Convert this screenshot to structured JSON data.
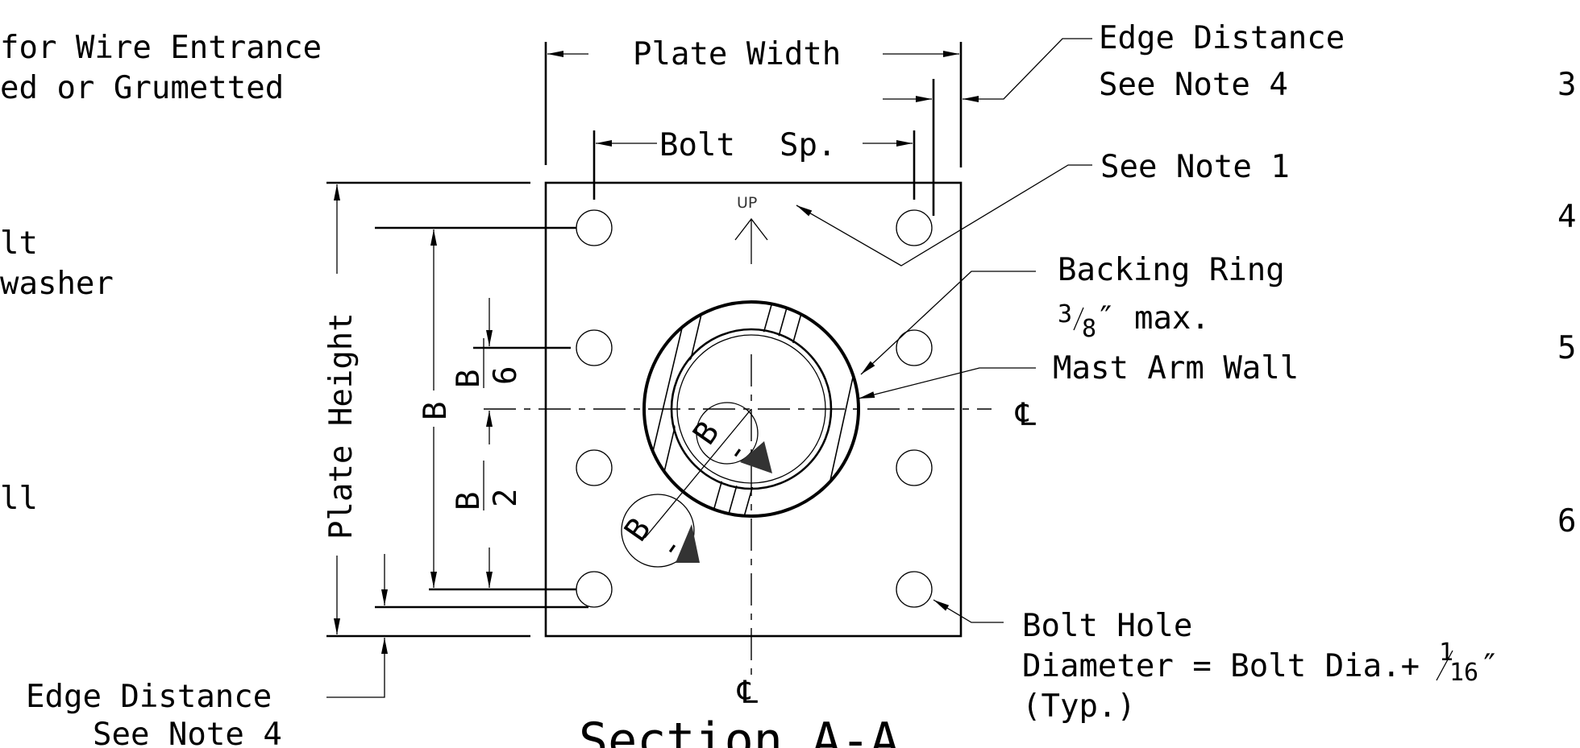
{
  "notes_left": {
    "wire_entrance_line1": "for Wire Entrance",
    "wire_entrance_line2": "ed or Grumetted",
    "bolt_line1": "lt",
    "bolt_line2": "washer",
    "wall_line": "ll"
  },
  "dimensions": {
    "plate_width": "Plate Width",
    "bolt_spacing_a": "Bolt",
    "bolt_spacing_b": "Sp.",
    "plate_height": "Plate Height",
    "b_label": "B",
    "b_over_6_num": "B",
    "b_over_6_den": "6",
    "b_over_2_num": "B",
    "b_over_2_den": "2",
    "b_dash_1": "B",
    "b_dash_1_tail": "-",
    "b_dash_2": "B",
    "b_dash_2_tail": "-"
  },
  "callouts": {
    "edge_distance_top_line1": "Edge Distance",
    "edge_distance_top_line2": "See Note 4",
    "see_note_1": "See Note 1",
    "backing_ring_line1": "Backing Ring",
    "backing_ring_frac_num": "3",
    "backing_ring_frac_den": "8",
    "backing_ring_line2_rest": "″ max.",
    "mast_arm_wall": "Mast Arm Wall",
    "bolt_hole_line1": "Bolt Hole",
    "bolt_hole_line2": "Diameter = Bolt Dia.+ ",
    "bolt_hole_frac_num": "1",
    "bolt_hole_frac_den": "16",
    "bolt_hole_inch": "″",
    "bolt_hole_line3": "(Typ.)",
    "edge_distance_bottom_line1": "Edge Distance",
    "edge_distance_bottom_line2": "See Note 4",
    "up_marker": "UP",
    "centerline_symbol": "℄"
  },
  "margin_numbers": [
    "3",
    "4",
    "5",
    "6"
  ],
  "section_title": "Section A-A"
}
